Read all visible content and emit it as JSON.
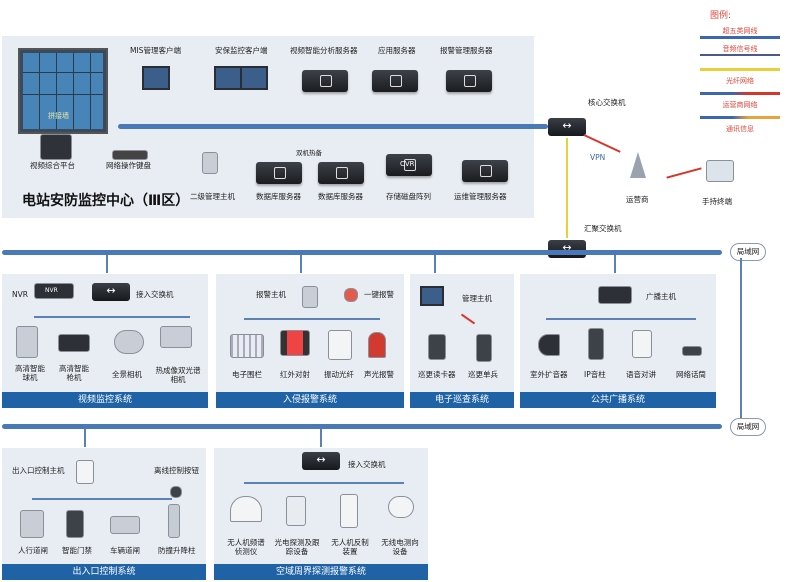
{
  "legend": {
    "title": "图例:",
    "items": [
      {
        "label": "超五类网线",
        "color": "#3a67b0"
      },
      {
        "label": "音频信号线",
        "color": "#e6d13a"
      },
      {
        "label": "光纤网络",
        "color": "#e6d13a"
      },
      {
        "label": "运营商网络",
        "color": "#d9342b"
      },
      {
        "label": "通讯信息",
        "color": "#d9342b"
      }
    ]
  },
  "center": {
    "title": "电站安防监控中心（Ⅲ区）",
    "video_wall_label": "拼接墙",
    "platform": "视频综合平台",
    "keyboard": "网络操作键盘",
    "mis_client": "MIS管理客户端",
    "security_client": "安保监控客户端",
    "video_analysis_server": "视频智能分析服务器",
    "app_server": "应用服务器",
    "alarm_server": "报警管理服务器",
    "core_switch": "核心交换机",
    "secondary_host": "二级管理主机",
    "hot_standby": "双机热备",
    "db_server_1": "数据库服务器",
    "db_server_2": "数据库服务器",
    "storage": "存储磁盘阵列",
    "cvr": "CVR",
    "ops_server": "运维管理服务器",
    "vpn": "VPN",
    "carrier": "运营商",
    "handheld": "手持终端",
    "agg_switch": "汇聚交换机"
  },
  "lan_label_1": "局域网",
  "lan_label_2": "局域网",
  "video_system": {
    "nvr": "NVR",
    "nvr_box": "NVR",
    "access_switch": "接入交换机",
    "devices": [
      "高清智能球机",
      "高清智能枪机",
      "全景相机",
      "热成像双光谱相机"
    ],
    "footer": "视频监控系统"
  },
  "intrusion_system": {
    "alarm_host": "报警主机",
    "panic_button": "一键报警",
    "devices": [
      "电子围栏",
      "红外对射",
      "振动光纤",
      "声光报警"
    ],
    "footer": "入侵报警系统"
  },
  "patrol_system": {
    "host": "管理主机",
    "devices": [
      "巡更读卡器",
      "巡更单兵"
    ],
    "footer": "电子巡查系统"
  },
  "broadcast_system": {
    "host": "广播主机",
    "devices": [
      "室外扩音器",
      "IP音柱",
      "语音对讲",
      "网络话筒"
    ],
    "footer": "公共广播系统"
  },
  "access_system": {
    "host": "出入口控制主机",
    "offline_button": "离线控制按钮",
    "devices": [
      "人行道闸",
      "智能门禁",
      "车辆道闸",
      "防撞升降柱"
    ],
    "footer": "出入口控制系统"
  },
  "airspace_system": {
    "switch": "接入交换机",
    "devices": [
      "无人机频谱侦测仪",
      "光电探测及跟踪设备",
      "无人机反制装置",
      "无线电测向设备"
    ],
    "footer": "空域周界探测报警系统"
  }
}
